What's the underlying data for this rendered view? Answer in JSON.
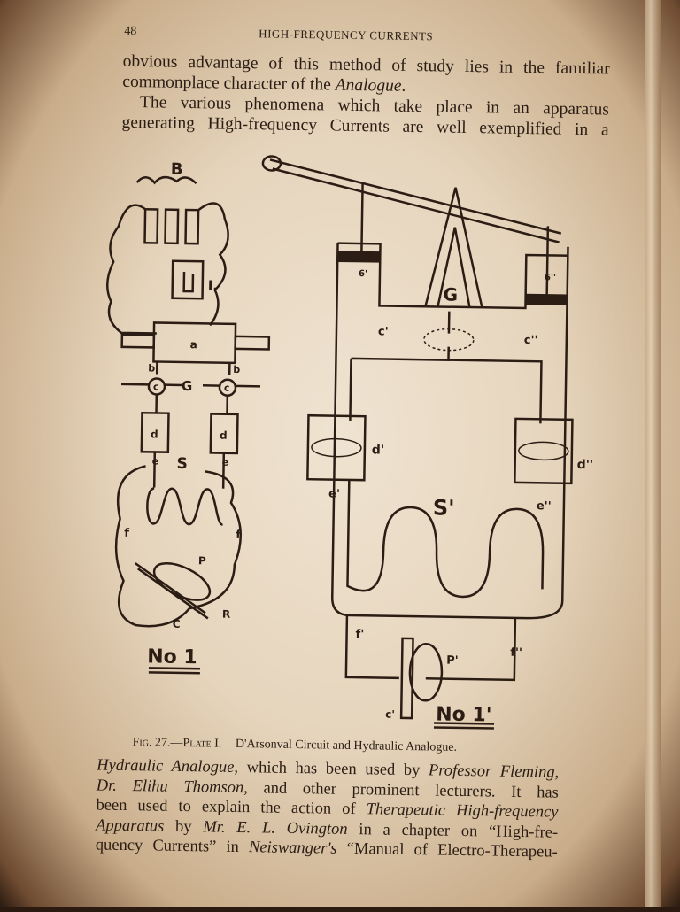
{
  "header": {
    "page_number": "48",
    "running_title": "HIGH-FREQUENCY CURRENTS"
  },
  "top_lines": [
    [
      {
        "t": "obvious advantage of this method of study lies in the familiar"
      }
    ],
    [
      {
        "t": "commonplace character of the "
      },
      {
        "t": "Analogue",
        "i": true
      },
      {
        "t": "."
      }
    ],
    [
      {
        "t": "The various phenomena which take place in an apparatus"
      }
    ],
    [
      {
        "t": "generating High-frequency Currents are well exemplified in a"
      }
    ]
  ],
  "figure": {
    "left_labels": {
      "B": "B",
      "I": "I.",
      "a": "a",
      "b1": "b",
      "b2": "b",
      "G": "G",
      "c1": "c",
      "c2": "c",
      "d1": "d",
      "d2": "d",
      "S": "S",
      "e1": "e",
      "e2": "e",
      "f1": "f",
      "f2": "f",
      "P": "P",
      "C": "C",
      "R": "R",
      "title": "No 1"
    },
    "right_labels": {
      "six1": "6'",
      "six2": "6''",
      "G": "G",
      "c1": "c'",
      "c2": "c''",
      "d1": "d'",
      "d2": "d''",
      "e1": "e'",
      "e2": "e''",
      "S": "S'",
      "f1": "f'",
      "f2": "f''",
      "P": "P'",
      "c3": "c'",
      "title": "No 1'"
    }
  },
  "caption": {
    "fig": "Fig. 27.—Plate I.",
    "text": "D'Arsonval Circuit and Hydraulic Analogue."
  },
  "bottom_lines": [
    [
      {
        "t": "Hydraulic Analogue",
        "i": true
      },
      {
        "t": ", which has been used by "
      },
      {
        "t": "Professor Fleming,",
        "i": true
      }
    ],
    [
      {
        "t": "Dr. Elihu Thomson",
        "i": true
      },
      {
        "t": ", and other prominent lecturers. It has"
      }
    ],
    [
      {
        "t": "been used to explain the action of "
      },
      {
        "t": "Therapeutic High-frequency",
        "i": true
      }
    ],
    [
      {
        "t": "Apparatus",
        "i": true
      },
      {
        "t": " by "
      },
      {
        "t": "Mr. E. L. Ovington",
        "i": true
      },
      {
        "t": " in a chapter on “High-fre-"
      }
    ],
    [
      {
        "t": "quency Currents” in "
      },
      {
        "t": "Neiswanger's",
        "i": true
      },
      {
        "t": " “Manual of Electro-Therapeu-"
      }
    ]
  ],
  "colors": {
    "paper": "#e8d8c0",
    "ink": "#2b1d14",
    "vignette": "#2a1a10"
  }
}
